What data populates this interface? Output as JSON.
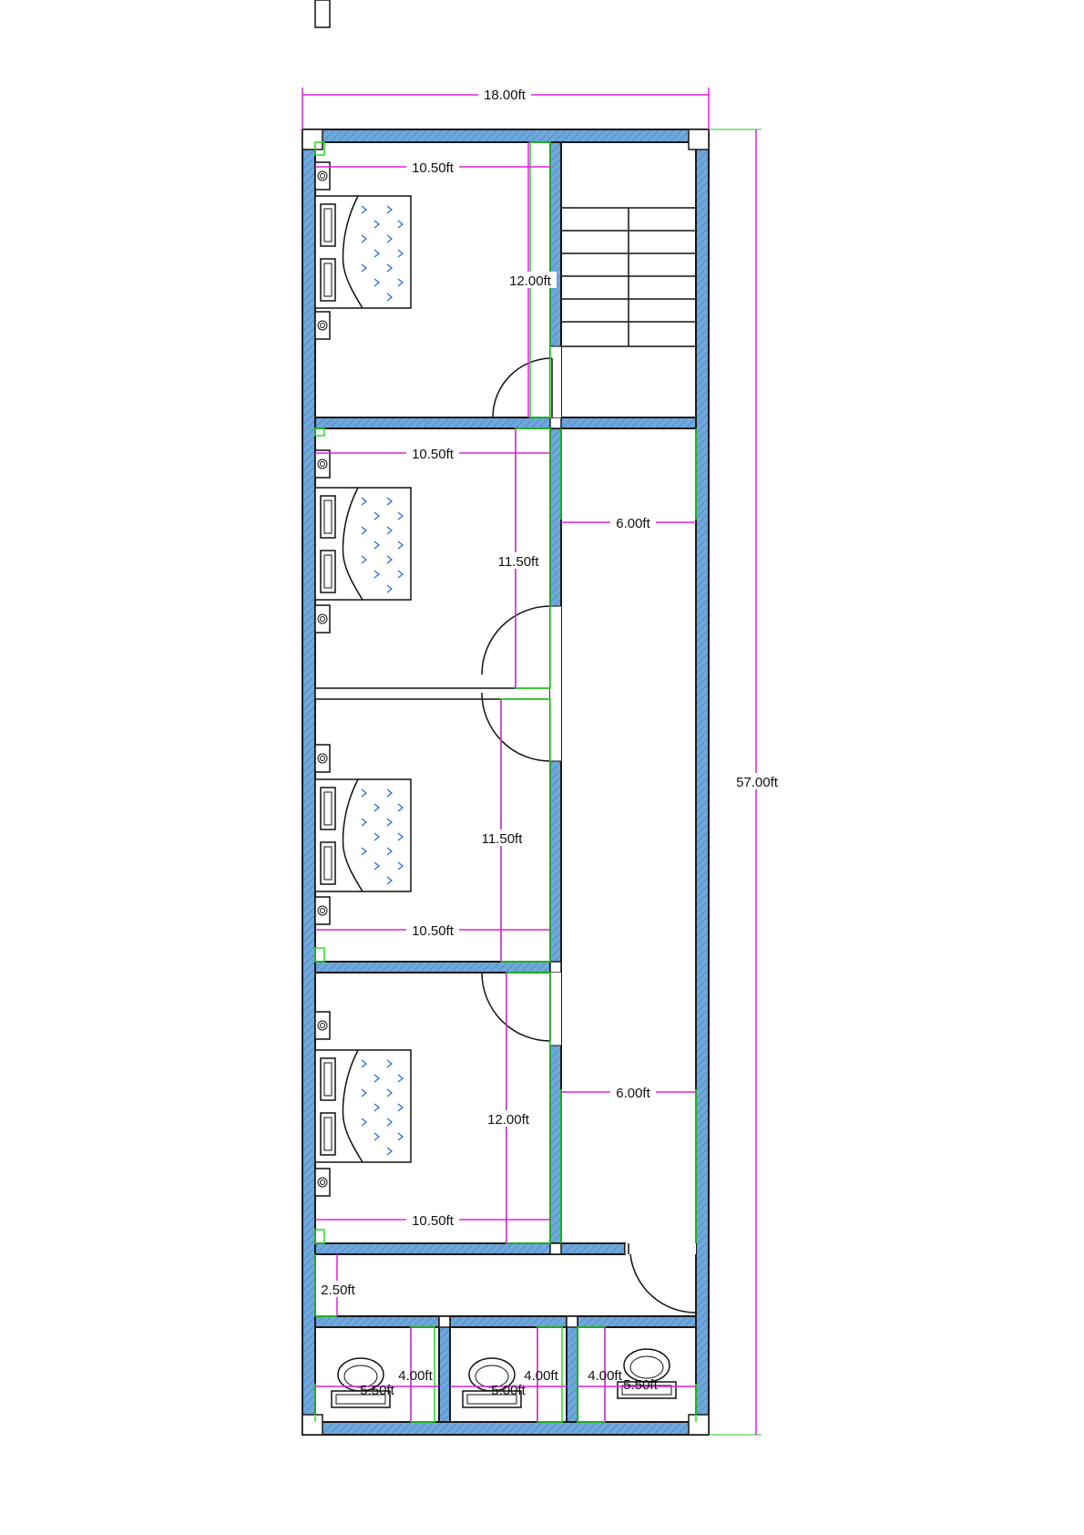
{
  "colors": {
    "wall": "#6fa8dc",
    "dimension": "#e020e0",
    "guide": "#22dd22",
    "bed_pattern": "#2a6fd6"
  },
  "dimensions": {
    "overall_width": "18.00ft",
    "overall_length": "57.00ft",
    "room1_width": "10.50ft",
    "room1_length": "12.00ft",
    "room2_width": "10.50ft",
    "room2_length": "11.50ft",
    "room3_length": "11.50ft",
    "room3_width": "10.50ft",
    "room4_length": "12.00ft",
    "room4_width": "10.50ft",
    "corridor_upper_width": "6.00ft",
    "corridor_lower_width": "6.00ft",
    "passage_width": "2.50ft",
    "bath1_width": "5.50ft",
    "bath1_depth": "4.00ft",
    "bath2_width": "5.00ft",
    "bath2_depth": "4.00ft",
    "bath3_depth": "4.00ft",
    "bath3_width": "5.50ft"
  },
  "icons": [
    "bed-icon",
    "side-table-icon",
    "toilet-icon",
    "staircase-icon",
    "door-swing-icon"
  ]
}
